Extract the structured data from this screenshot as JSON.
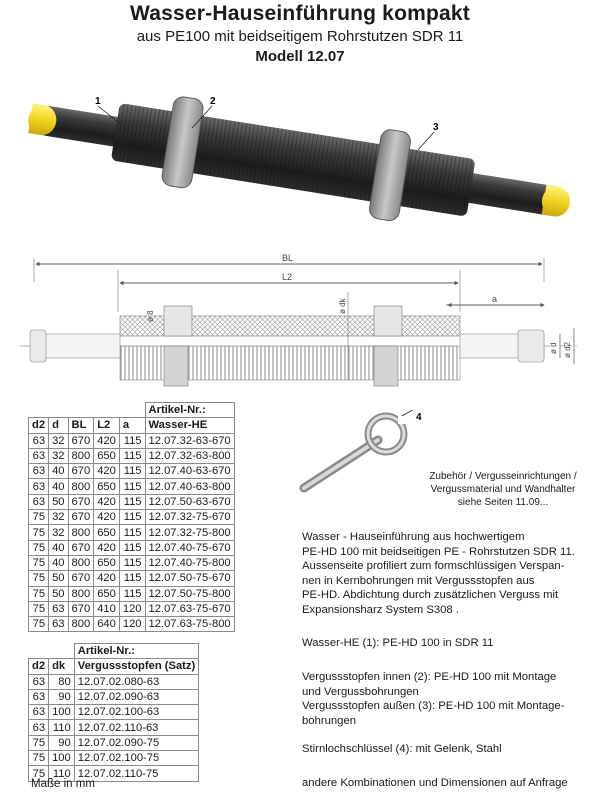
{
  "header": {
    "title": "Wasser-Hauseinführung kompakt",
    "subtitle": "aus PE100 mit beidseitigem Rohrstutzen SDR 11",
    "model": "Modell 12.07"
  },
  "product_image": {
    "callouts": [
      "1",
      "2",
      "3"
    ]
  },
  "drawing": {
    "dims": {
      "BL": "BL",
      "L2": "L2",
      "a": "a",
      "dk": "ø dk",
      "d": "ø d",
      "d2": "ø d2",
      "s": "ø 8"
    }
  },
  "table1": {
    "group_header": "Artikel-Nr.:",
    "columns": [
      "d2",
      "d",
      "BL",
      "L2",
      "a",
      "Wasser-HE"
    ],
    "rows": [
      [
        "63",
        "32",
        "670",
        "420",
        "115",
        "12.07.32-63-670"
      ],
      [
        "63",
        "32",
        "800",
        "650",
        "115",
        "12.07.32-63-800"
      ],
      [
        "63",
        "40",
        "670",
        "420",
        "115",
        "12.07.40-63-670"
      ],
      [
        "63",
        "40",
        "800",
        "650",
        "115",
        "12.07.40-63-800"
      ],
      [
        "63",
        "50",
        "670",
        "420",
        "115",
        "12.07.50-63-670"
      ],
      [
        "75",
        "32",
        "670",
        "420",
        "115",
        "12.07.32-75-670"
      ],
      [
        "75",
        "32",
        "800",
        "650",
        "115",
        "12.07.32-75-800"
      ],
      [
        "75",
        "40",
        "670",
        "420",
        "115",
        "12.07.40-75-670"
      ],
      [
        "75",
        "40",
        "800",
        "650",
        "115",
        "12.07.40-75-800"
      ],
      [
        "75",
        "50",
        "670",
        "420",
        "115",
        "12.07.50-75-670"
      ],
      [
        "75",
        "50",
        "800",
        "650",
        "115",
        "12.07.50-75-800"
      ],
      [
        "75",
        "63",
        "670",
        "410",
        "120",
        "12.07.63-75-670"
      ],
      [
        "75",
        "63",
        "800",
        "640",
        "120",
        "12.07.63-75-800"
      ]
    ]
  },
  "table2": {
    "group_header": "Artikel-Nr.:",
    "columns": [
      "d2",
      "dk",
      "Vergussstopfen (Satz)"
    ],
    "rows": [
      [
        "63",
        "80",
        "12.07.02.080-63"
      ],
      [
        "63",
        "90",
        "12.07.02.090-63"
      ],
      [
        "63",
        "100",
        "12.07.02.100-63"
      ],
      [
        "63",
        "110",
        "12.07.02.110-63"
      ],
      [
        "75",
        "90",
        "12.07.02.090-75"
      ],
      [
        "75",
        "100",
        "12.07.02.100-75"
      ],
      [
        "75",
        "110",
        "12.07.02.110-75"
      ]
    ],
    "footer": "Maße in mm"
  },
  "accessory": {
    "callout": "4",
    "note_lines": [
      "Zubehör / Vergusseinrichtungen /",
      "Vergussmaterial und Wandhalter",
      "siehe Seiten 11.09..."
    ]
  },
  "description": {
    "intro_lines": [
      "Wasser - Hauseinführung aus hochwertigem",
      "PE-HD 100 mit beidseitigen PE - Rohrstutzen SDR 11.",
      "Aussenseite profiliert zum formschlüssigen Verspan-",
      "nen in Kernbohrungen mit Vergussstopfen aus",
      "PE-HD. Abdichtung durch zusätzlichen Verguss mit",
      "Expansionsharz System S308 ."
    ],
    "he": "Wasser-HE (1): PE-HD 100 in SDR  11",
    "inner_lines": [
      "Vergussstopfen innen (2): PE-HD 100 mit Montage",
      "und Vergussbohrungen"
    ],
    "outer_lines": [
      "Vergussstopfen außen (3): PE-HD 100 mit Montage-",
      "bohrungen"
    ],
    "key": "Stirnlochschlüssel (4):  mit Gelenk, Stahl",
    "more": "andere Kombinationen und Dimensionen auf Anfrage"
  },
  "colors": {
    "pipe": "#2b2b2b",
    "cap": "#f2d21e",
    "ring": "#9a9a9a"
  }
}
